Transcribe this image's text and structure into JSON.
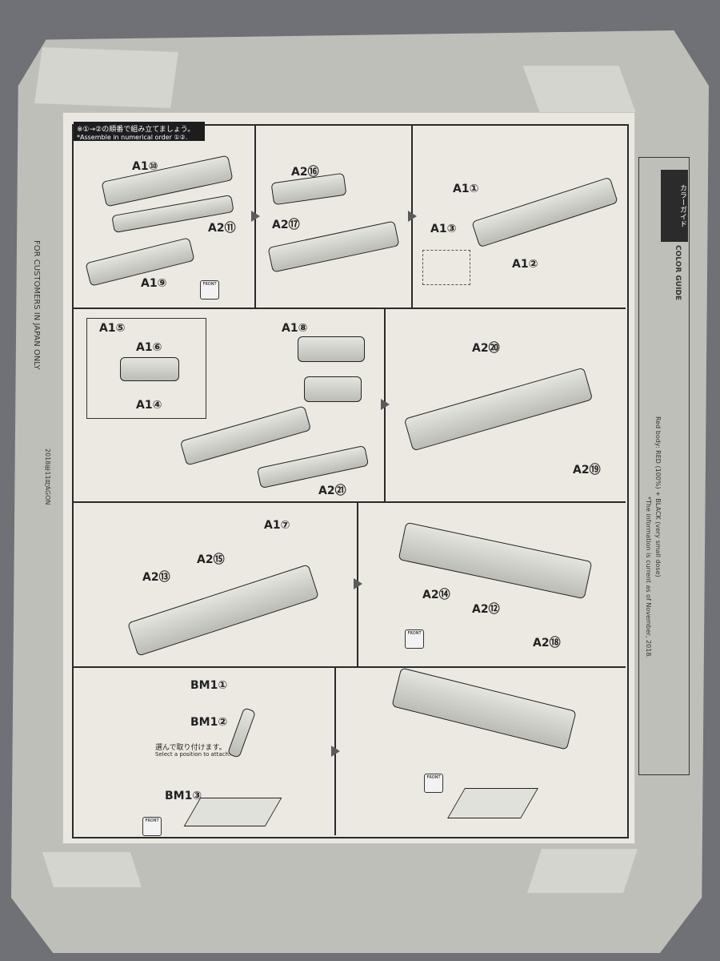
{
  "header": {
    "jp": "※①→②の順番で組み立てましょう。",
    "en": "*Assemble in numerical order ①②."
  },
  "front_label": "FRONT",
  "steps": [
    {
      "labels": [
        "A1⑩",
        "A2⑪",
        "A1⑨"
      ]
    },
    {
      "labels": [
        "A2⑯",
        "A2⑰"
      ]
    },
    {
      "labels": [
        "A1①",
        "A1③",
        "A1②"
      ]
    },
    {
      "labels": [
        "A1⑤",
        "A1⑥",
        "A1④",
        "A1⑧",
        "A2㉑"
      ]
    },
    {
      "labels": [
        "A2⑳",
        "A2⑲"
      ]
    },
    {
      "labels": [
        "A1⑦",
        "A2⑮",
        "A2⑬"
      ]
    },
    {
      "labels": [
        "A2⑭",
        "A2⑫",
        "A2⑱"
      ]
    },
    {
      "labels": [
        "BM1①",
        "BM1②",
        "BM1③"
      ]
    }
  ],
  "stand_note": {
    "jp": "選んで取り付けます。",
    "en": "Select a position to attach."
  },
  "side_left": {
    "line1": "FOR CUSTOMERS IN JAPAN ONLY",
    "line2": "2018年11月AGON"
  },
  "side_right": {
    "title_jp": "カラーガイド",
    "title_en": "COLOR GUIDE",
    "line1": "Red body: RED (100%) + BLACK (very small dose)",
    "line2": "*The information is current as of November, 2018."
  }
}
